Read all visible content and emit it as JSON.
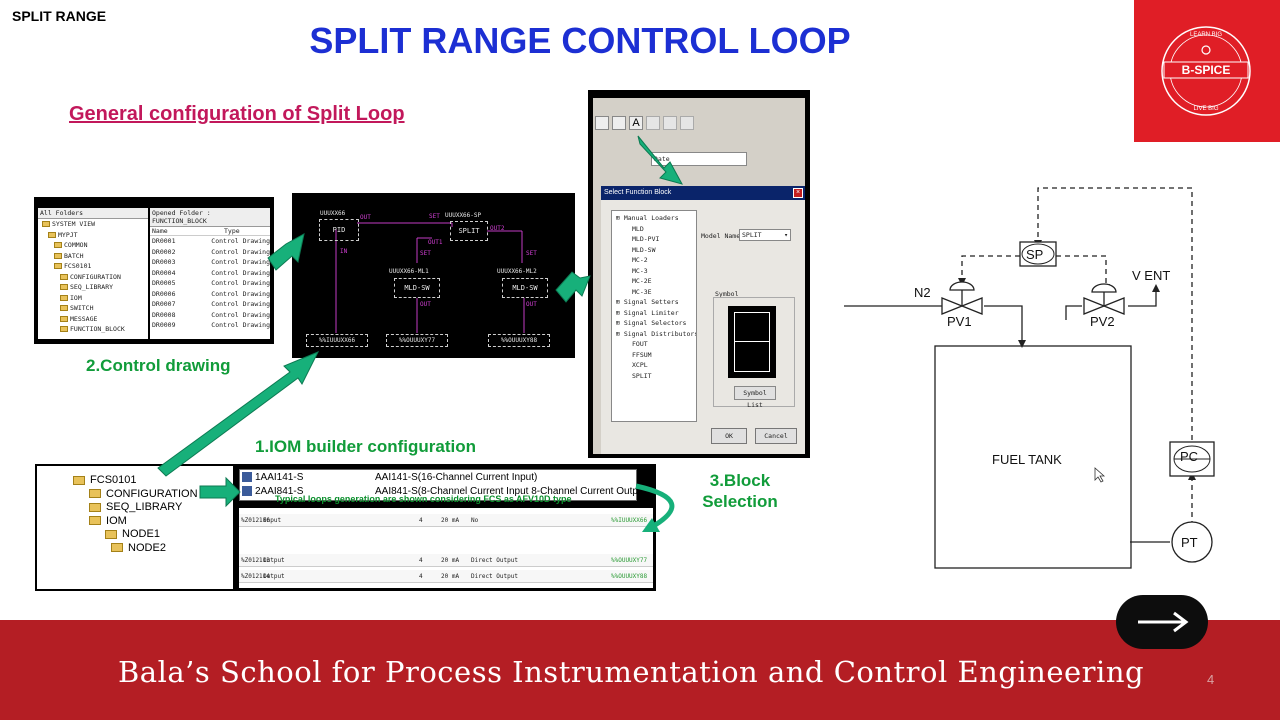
{
  "header": {
    "corner_tag": "SPLIT RANGE",
    "title": "SPLIT RANGE CONTROL LOOP",
    "subtitle": "General configuration of Split Loop"
  },
  "logo": {
    "name": "B-SPICE",
    "ring_top": "LEARN BIG",
    "ring_bottom": "LIVE BIG",
    "accent_color": "#e01e26"
  },
  "steps": {
    "step1": "1.IOM builder configuration",
    "step2": "2.Control drawing",
    "step3": "3.Block Selection"
  },
  "folder_window": {
    "left_header": "All Folders",
    "right_header": "Opened Folder : FUNCTION_BLOCK",
    "col_name": "Name",
    "col_type": "Type",
    "tree": [
      "SYSTEM VIEW",
      "MYPJT",
      "COMMON",
      "BATCH",
      "FCS0101",
      "CONFIGURATION",
      "SEQ_LIBRARY",
      "IOM",
      "SWITCH",
      "MESSAGE",
      "FUNCTION_BLOCK"
    ],
    "rows": [
      {
        "name": "DR0001",
        "type": "Control Drawing"
      },
      {
        "name": "DR0002",
        "type": "Control Drawing"
      },
      {
        "name": "DR0003",
        "type": "Control Drawing"
      },
      {
        "name": "DR0004",
        "type": "Control Drawing"
      },
      {
        "name": "DR0005",
        "type": "Control Drawing"
      },
      {
        "name": "DR0006",
        "type": "Control Drawing"
      },
      {
        "name": "DR0007",
        "type": "Control Drawing"
      },
      {
        "name": "DR0008",
        "type": "Control Drawing"
      },
      {
        "name": "DR0009",
        "type": "Control Drawing"
      }
    ]
  },
  "control_drawing": {
    "blocks": {
      "pid_tag": "UUUXX66",
      "pid": "PID",
      "split_tag": "UUUXX66-SP",
      "split": "SPLIT",
      "ml1_tag": "UUUXX66-ML1",
      "ml1": "MLD-SW",
      "ml2_tag": "UUUXX66-ML2",
      "ml2": "MLD-SW",
      "in_tag": "%%IUUUXX66",
      "out1_tag": "%%OUUUXY77",
      "out2_tag": "%%OUUUXY88"
    },
    "pins": {
      "out": "OUT",
      "set": "SET",
      "in": "IN",
      "out1": "OUT1",
      "out2": "OUT2"
    }
  },
  "select_block_dialog": {
    "title": "Select Function Block",
    "model_label": "Model Name",
    "model_value": "SPLIT",
    "symbol_label": "Symbol",
    "symbol_list_button": "Symbol List",
    "ok_button": "OK",
    "cancel_button": "Cancel",
    "toolbar_field": "Date",
    "tree": [
      "Manual Loaders",
      "MLD",
      "MLD-PVI",
      "MLD-SW",
      "MC-2",
      "MC-3",
      "MC-2E",
      "MC-3E",
      "Signal Setters",
      "Signal Limiter",
      "Signal Selectors",
      "Signal Distributors",
      "FOUT",
      "FFSUM",
      "XCPL",
      "SPLIT"
    ]
  },
  "iom_window": {
    "tree": [
      "FCS0101",
      "CONFIGURATION",
      "SEQ_LIBRARY",
      "IOM",
      "NODE1",
      "NODE2"
    ],
    "modules": [
      {
        "slot": "1AAI141-S",
        "desc": "AAI141-S(16-Channel Current Input)"
      },
      {
        "slot": "2AAI841-S",
        "desc": "AAI841-S(8-Channel Current Input 8-Channel Current Output)"
      }
    ],
    "note": "Typical loops generation are shown considering FCS as AFV10D type",
    "rows": [
      {
        "term": "%Z012106",
        "io": "Input",
        "ch": "4",
        "sig": "20 mA",
        "conv": "No",
        "tag": "%%IUUUXX66"
      },
      {
        "term": "%Z012113",
        "io": "Output",
        "ch": "4",
        "sig": "20 mA",
        "conv": "Direct Output",
        "tag": "%%OUUUXY77"
      },
      {
        "term": "%Z012114",
        "io": "Output",
        "ch": "4",
        "sig": "20 mA",
        "conv": "Direct Output",
        "tag": "%%OUUUXY88"
      }
    ]
  },
  "pid_diagram": {
    "sp": "SP",
    "n2": "N2",
    "vent": "V ENT",
    "pv1": "PV1",
    "pv2": "PV2",
    "tank": "FUEL TANK",
    "pc": "PC",
    "pt": "PT"
  },
  "footer": {
    "school": "Bala’s School for Process Instrumentation and Control Engineering",
    "page": "4",
    "color": "#b41e24"
  },
  "colors": {
    "title_blue": "#1c2fd3",
    "subtitle_pink": "#c2185b",
    "step_green": "#119c3a",
    "arrow_green": "#17b07a"
  }
}
